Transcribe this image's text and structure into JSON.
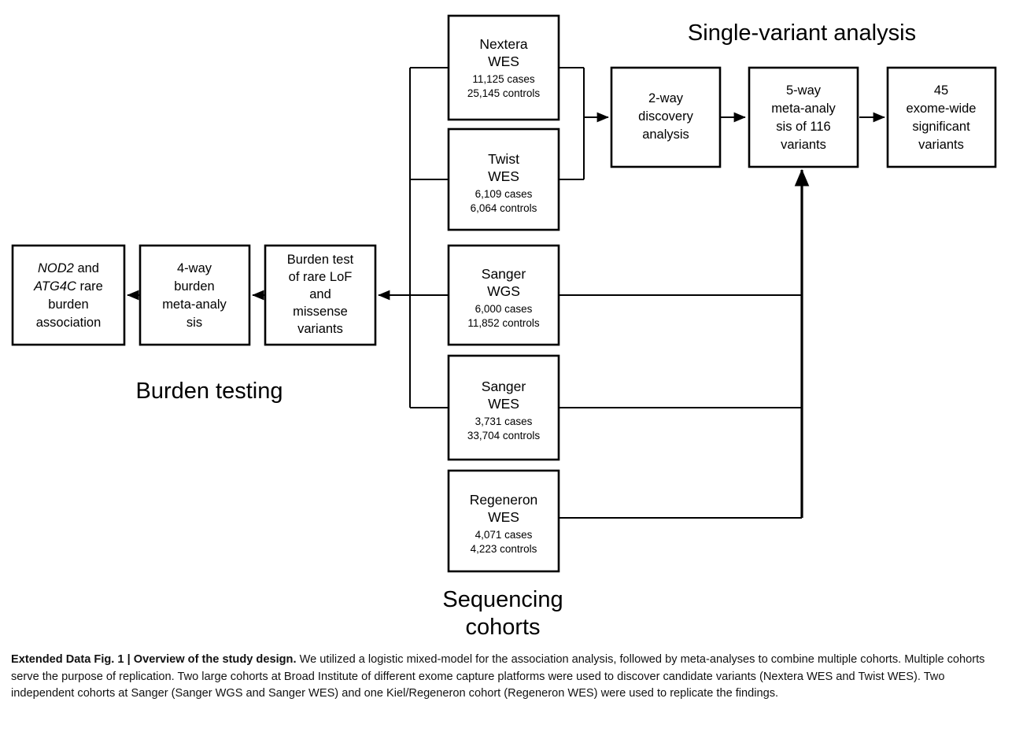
{
  "figure": {
    "section_labels": {
      "single_variant": "Single-variant analysis",
      "burden_testing": "Burden testing",
      "sequencing_cohorts_line1": "Sequencing",
      "sequencing_cohorts_line2": "cohorts"
    },
    "cohorts": [
      {
        "id": "nextera-wes",
        "title_line1": "Nextera",
        "title_line2": "WES",
        "cases": "11,125 cases",
        "controls": "25,145 controls"
      },
      {
        "id": "twist-wes",
        "title_line1": "Twist",
        "title_line2": "WES",
        "cases": "6,109 cases",
        "controls": "6,064 controls"
      },
      {
        "id": "sanger-wgs",
        "title_line1": "Sanger",
        "title_line2": "WGS",
        "cases": "6,000 cases",
        "controls": "11,852 controls"
      },
      {
        "id": "sanger-wes",
        "title_line1": "Sanger",
        "title_line2": "WES",
        "cases": "3,731 cases",
        "controls": "33,704 controls"
      },
      {
        "id": "regeneron-wes",
        "title_line1": "Regeneron",
        "title_line2": "WES",
        "cases": "4,071 cases",
        "controls": "4,223 controls"
      }
    ],
    "single_variant_nodes": [
      {
        "id": "two-way-discovery",
        "lines": [
          "2-way",
          "discovery",
          "analysis"
        ]
      },
      {
        "id": "five-way-meta",
        "lines": [
          "5-way",
          "meta-analy",
          "sis of 116",
          "variants"
        ]
      },
      {
        "id": "exome-wide-significant",
        "lines": [
          "45",
          "exome-wide",
          "significant",
          "variants"
        ]
      }
    ],
    "burden_nodes": [
      {
        "id": "nod2-atg4c-association",
        "lines": [
          {
            "text": "NOD2",
            "italic": true,
            "suffix": " and"
          },
          {
            "text": "ATG4C",
            "italic": true,
            "suffix": " rare"
          },
          {
            "text": "burden",
            "italic": false,
            "suffix": ""
          },
          {
            "text": "association",
            "italic": false,
            "suffix": ""
          }
        ]
      },
      {
        "id": "four-way-burden-meta",
        "lines": [
          "4-way",
          "burden",
          "meta-analy",
          "sis"
        ]
      },
      {
        "id": "burden-test-rare",
        "lines": [
          "Burden test",
          "of rare LoF",
          "and",
          "missense",
          "variants"
        ]
      }
    ]
  },
  "caption": {
    "bold_prefix": "Extended Data Fig. 1 | Overview of the study design.",
    "body": " We utilized a logistic mixed-model for the association analysis, followed by meta-analyses to combine multiple cohorts. Multiple cohorts serve the purpose of replication. Two large cohorts at Broad Institute of different exome capture platforms were used to discover candidate variants (Nextera WES and Twist WES). Two independent cohorts at Sanger (Sanger WGS and Sanger WES) and one Kiel/Regeneron cohort (Regeneron WES) were used to replicate the findings."
  },
  "colors": {
    "line": "#000000",
    "box_fill": "#ffffff",
    "background": "#ffffff"
  }
}
